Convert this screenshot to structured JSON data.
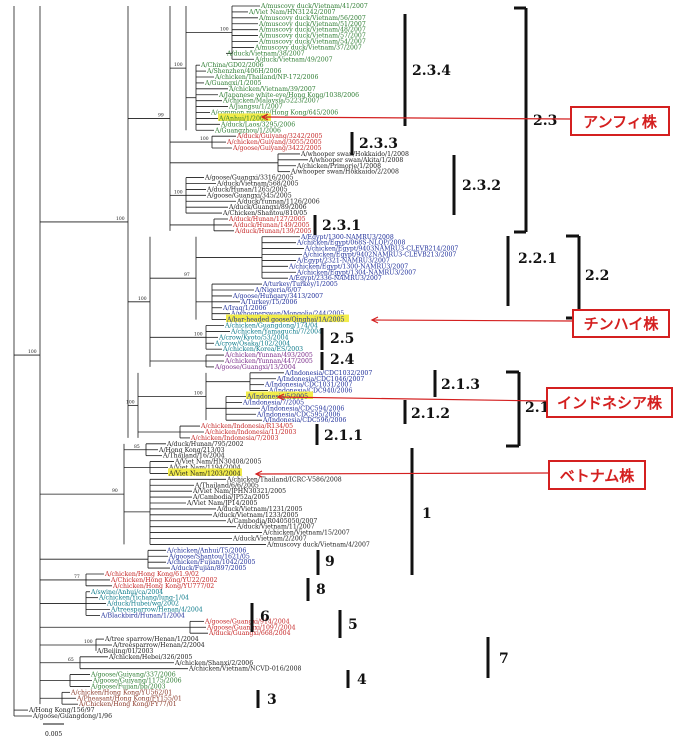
{
  "colors": {
    "tree": "#1a1a1a",
    "black": "#222222",
    "green": "#2e7d32",
    "red": "#c62828",
    "blue": "#1f2f9a",
    "purple": "#7b2d8b",
    "teal": "#0b7a8a",
    "brown": "#8b3a2a",
    "highlight": "#f2ec4a",
    "callout": "#d42020"
  },
  "clades": [
    {
      "label": "2.3.4"
    },
    {
      "label": "2.3"
    },
    {
      "label": "2.3.3"
    },
    {
      "label": "2.3.2"
    },
    {
      "label": "2.3.1"
    },
    {
      "label": "2.2.1"
    },
    {
      "label": "2.2"
    },
    {
      "label": "2.5"
    },
    {
      "label": "2.4"
    },
    {
      "label": "2.1.3"
    },
    {
      "label": "2.1.2"
    },
    {
      "label": "2.1"
    },
    {
      "label": "2.1.1"
    },
    {
      "label": "1"
    },
    {
      "label": "9"
    },
    {
      "label": "8"
    },
    {
      "label": "6"
    },
    {
      "label": "5"
    },
    {
      "label": "7"
    },
    {
      "label": "4"
    },
    {
      "label": "3"
    }
  ],
  "callouts": [
    {
      "label": "アンフィ株"
    },
    {
      "label": "チンハイ株"
    },
    {
      "label": "インドネシア株"
    },
    {
      "label": "ベトナム株"
    }
  ],
  "scale_label": "0.005",
  "bootstrap": [
    "100",
    "100",
    "100",
    "100",
    "99",
    "97",
    "100",
    "100",
    "100",
    "100",
    "100",
    "85",
    "90",
    "77",
    "100",
    "65",
    "100"
  ],
  "taxa": [
    {
      "t": "A/muscovy duck/Vietnam/41/2007",
      "c": "green"
    },
    {
      "t": "A/Viet Nam/HN31242/2007",
      "c": "green"
    },
    {
      "t": "A/muscovy duck/Vietnam/56/2007",
      "c": "green"
    },
    {
      "t": "A/muscovy duck/Vietnam/51/2007",
      "c": "green"
    },
    {
      "t": "A/muscovy duck/Vietnam/48/2007",
      "c": "green"
    },
    {
      "t": "A/muscovy duck/Vietnam/57/2007",
      "c": "green"
    },
    {
      "t": "A/muscovy duck/Vietnam/54/2007",
      "c": "green"
    },
    {
      "t": "A/muscovy duck/Vietnam/37/2007",
      "c": "green"
    },
    {
      "t": "A/duck/Vietnam/38/2007",
      "c": "green"
    },
    {
      "t": "A/duck/Vietnam/49/2007",
      "c": "green"
    },
    {
      "t": "A/China/GD02/2006",
      "c": "green"
    },
    {
      "t": "A/Shenzhen/406H/2006",
      "c": "green"
    },
    {
      "t": "A/chicken/Thailand/NP-172/2006",
      "c": "green"
    },
    {
      "t": "A/Guangxi/1/2005",
      "c": "green"
    },
    {
      "t": "A/chicken/Vietnam/39/2007",
      "c": "green"
    },
    {
      "t": "A/Japanese white-eye/Hong Kong/1038/2006",
      "c": "green"
    },
    {
      "t": "A/chicken/Malaysia/5223/2007",
      "c": "green"
    },
    {
      "t": "A/Jiangsu/1/2007",
      "c": "green"
    },
    {
      "t": "A/common magpie/Hong Kong/645/2006",
      "c": "green"
    },
    {
      "t": "A/Anhui/1/2005",
      "c": "green",
      "hl": true
    },
    {
      "t": "A/duck/Laos/3295/2006",
      "c": "green"
    },
    {
      "t": "A/Guangzhou/1/2006",
      "c": "green"
    },
    {
      "t": "A/duck/Guiyang/3242/2005",
      "c": "red"
    },
    {
      "t": "A/chicken/Guiyang/3055/2005",
      "c": "red"
    },
    {
      "t": "A/goose/Guiyang/3422/2005",
      "c": "red"
    },
    {
      "t": "A/whooper swan/Hokkaido/1/2008",
      "c": "black"
    },
    {
      "t": "A/whooper swan/Akita/1/2008",
      "c": "black"
    },
    {
      "t": "A/chicken/Primorje/1/2008",
      "c": "black"
    },
    {
      "t": "A/whooper swan/Hokkaido/2/2008",
      "c": "black"
    },
    {
      "t": "A/goose/Guangxi/3316/2005",
      "c": "black"
    },
    {
      "t": "A/duck/Vietnam/568/2005",
      "c": "black"
    },
    {
      "t": "A/duck/Hunan/1265/2005",
      "c": "black"
    },
    {
      "t": "A/goose/Guangxi/345/2005",
      "c": "black"
    },
    {
      "t": "A/duck/Yunnan/1126/2006",
      "c": "black"
    },
    {
      "t": "A/duck/Guangxi/89/2006",
      "c": "black"
    },
    {
      "t": "A/Chicken/Shantou/810/05",
      "c": "black"
    },
    {
      "t": "A/duck/Hunan/127/2005",
      "c": "red"
    },
    {
      "t": "A/duck/Hunan/149/2005",
      "c": "red"
    },
    {
      "t": "A/duck/Hunan/139/2005",
      "c": "red"
    },
    {
      "t": "A/Egypt/1300-NAMRU3/2008",
      "c": "blue"
    },
    {
      "t": "A/chicken/Egypt/068S-NLQP/2008",
      "c": "blue"
    },
    {
      "t": "A/chicken/Egypt/9403NAMRU3-CLEVB214/2007",
      "c": "blue"
    },
    {
      "t": "A/chicken/Egypt/9402NAMRU3-CLEVB213/2007",
      "c": "blue"
    },
    {
      "t": "A/Egypt/2321-NAMRU3/2007",
      "c": "blue"
    },
    {
      "t": "A/chicken/Egypt/1300-NAMRU3/2007",
      "c": "blue"
    },
    {
      "t": "A/chicken/Egypt/1304-NAMRU3/2007",
      "c": "blue"
    },
    {
      "t": "A/Egypt/2336-NAMRU3/2007",
      "c": "blue"
    },
    {
      "t": "A/turkey/Turkey/1/2005",
      "c": "blue"
    },
    {
      "t": "A/Nigeria/6/07",
      "c": "blue"
    },
    {
      "t": "A/goose/Hungary/3413/2007",
      "c": "blue"
    },
    {
      "t": "A/Turkey/15/2006",
      "c": "blue"
    },
    {
      "t": "A/Iraq/1/2006",
      "c": "blue"
    },
    {
      "t": "A/whooperswan/Mongolia/244/2005",
      "c": "blue"
    },
    {
      "t": "A/bar-headed goose/Qinghai/1A/2005",
      "c": "blue",
      "hl": true
    },
    {
      "t": "A/chicken/Guangdong/174/04",
      "c": "teal"
    },
    {
      "t": "A/chicken/Yamaguchi/7/2004",
      "c": "teal"
    },
    {
      "t": "A/crow/Kyoto/53/2004",
      "c": "teal"
    },
    {
      "t": "A/crow/Osaka/102/2004",
      "c": "teal"
    },
    {
      "t": "A/chicken/Korea/ES/2003",
      "c": "teal"
    },
    {
      "t": "A/chicken/Yunnan/493/2005",
      "c": "purple"
    },
    {
      "t": "A/chicken/Yunnan/447/2005",
      "c": "purple"
    },
    {
      "t": "A/goose/Guangxi/13/2004",
      "c": "purple"
    },
    {
      "t": "A/Indonesia/CDC1032/2007",
      "c": "blue"
    },
    {
      "t": "A/Indonesia/CDC1046/2007",
      "c": "blue"
    },
    {
      "t": "A/Indonesia/CDC1031/2007",
      "c": "blue"
    },
    {
      "t": "A/Indonesia/CDC940/2006",
      "c": "blue"
    },
    {
      "t": "A/Indonesia/5/2005",
      "c": "blue",
      "hl": true
    },
    {
      "t": "A/Indonesia/7/2005",
      "c": "blue"
    },
    {
      "t": "A/Indonesia/CDC594/2006",
      "c": "blue"
    },
    {
      "t": "A/Indonesia/CDC595/2006",
      "c": "blue"
    },
    {
      "t": "A/Indonesia/CDC596/2006",
      "c": "blue"
    },
    {
      "t": "A/chicken/Indonesia/R134/05",
      "c": "red"
    },
    {
      "t": "A/chicken/Indonesia/11/2003",
      "c": "red"
    },
    {
      "t": "A/chicken/Indonesia/7/2003",
      "c": "red"
    },
    {
      "t": "A/duck/Hunan/795/2002",
      "c": "black"
    },
    {
      "t": "A/Hong Kong/213/03",
      "c": "black"
    },
    {
      "t": "A/Thailand/16/2004",
      "c": "black"
    },
    {
      "t": "A/Viet Nam/HN30408/2005",
      "c": "black"
    },
    {
      "t": "A/Viet Nam/1194/2004",
      "c": "black"
    },
    {
      "t": "A/Viet Nam/1203/2004",
      "c": "black",
      "hl": true
    },
    {
      "t": "A/chicken/Thailand/ICRC-V586/2008",
      "c": "black"
    },
    {
      "t": "A/Thailand/6/6/2005",
      "c": "black"
    },
    {
      "t": "A/Viet Nam/JPHN30321/2005",
      "c": "black"
    },
    {
      "t": "A/Cambodia/JP52a/2005",
      "c": "black"
    },
    {
      "t": "A/Viet Nam/JP14/2005",
      "c": "black"
    },
    {
      "t": "A/duck/Vietnam/1231/2005",
      "c": "black"
    },
    {
      "t": "A/duck/Vietnam/1233/2005",
      "c": "black"
    },
    {
      "t": "A/Cambodia/R0405050/2007",
      "c": "black"
    },
    {
      "t": "A/duck/Vietnam/11/2007",
      "c": "black"
    },
    {
      "t": "A/chicken/Vietnam/15/2007",
      "c": "black"
    },
    {
      "t": "A/duck/Vietnam/2/2007",
      "c": "black"
    },
    {
      "t": "A/muscovy duck/Vietnam/4/2007",
      "c": "black"
    },
    {
      "t": "A/chicken/Anhui/T5/2006",
      "c": "blue"
    },
    {
      "t": "A/goose/Shantou/1621/05",
      "c": "blue"
    },
    {
      "t": "A/chicken/Fujian/1042/2005",
      "c": "blue"
    },
    {
      "t": "A/duck/Fujian/897/2005",
      "c": "blue"
    },
    {
      "t": "A/chicken/Hong Kong/61.9/02",
      "c": "red"
    },
    {
      "t": "A/Chicken/Hong Kong/YU22/2002",
      "c": "red"
    },
    {
      "t": "A/chicken/Hong Kong/YU777/02",
      "c": "red"
    },
    {
      "t": "A/swine/Anhui/ca/2004",
      "c": "teal"
    },
    {
      "t": "A/chicken/Yichang/lung-1/04",
      "c": "teal"
    },
    {
      "t": "A/duck/Hubei/wg/2002",
      "c": "teal"
    },
    {
      "t": "A/treesparrow/Henan/4/2004",
      "c": "teal"
    },
    {
      "t": "A/Blackbird/Hunan/1/2004",
      "c": "blue"
    },
    {
      "t": "A/goose/Guangxi/914/2004",
      "c": "red"
    },
    {
      "t": "A/goose/Guangxi/1097/2004",
      "c": "red"
    },
    {
      "t": "A/duck/Guangxi/668/2004",
      "c": "red"
    },
    {
      "t": "A/tree sparrow/Henan/1/2004",
      "c": "black"
    },
    {
      "t": "A/treesparrow/Henan/2/2004",
      "c": "black"
    },
    {
      "t": "A/Beijing/01/2003",
      "c": "black"
    },
    {
      "t": "A/chicken/Hebei/326/2005",
      "c": "black"
    },
    {
      "t": "A/chicken/Shanxi/2/2006",
      "c": "black"
    },
    {
      "t": "A/chicken/Vietnam/NCVD-016/2008",
      "c": "black"
    },
    {
      "t": "A/goose/Guiyang/337/2006",
      "c": "green"
    },
    {
      "t": "A/goose/Guiyang/1175/2006",
      "c": "green"
    },
    {
      "t": "A/goose/Fujian/bb/2003",
      "c": "green"
    },
    {
      "t": "A/chicken/Hong Kong/YU562/01",
      "c": "brown"
    },
    {
      "t": "A/Pheasant/Hong Kong/FY155/01",
      "c": "brown"
    },
    {
      "t": "A/Chicken/Hong Kong/FY77/01",
      "c": "brown"
    },
    {
      "t": "A/Hong Kong/156/97",
      "c": "black"
    },
    {
      "t": "A/goose/Guangdong/1/96",
      "c": "black"
    }
  ]
}
